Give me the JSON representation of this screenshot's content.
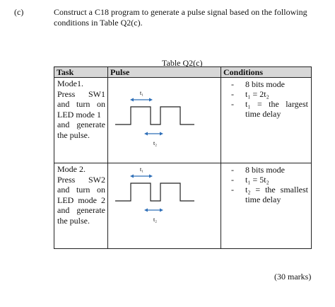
{
  "question": {
    "label": "(c)",
    "text": "Construct a C18 program to generate a pulse signal based on the following conditions in Table Q2(c)."
  },
  "table": {
    "caption": "Table Q2(c)",
    "headers": {
      "task": "Task",
      "pulse": "Pulse",
      "conditions": "Conditions"
    },
    "rows": [
      {
        "task_lines": [
          "Mode1.",
          "Press SW1",
          "and turn on",
          "LED mode 1",
          "and generate",
          "the pulse."
        ],
        "pulse_t1": "t₁",
        "pulse_t2": "t₂",
        "conditions": [
          "8 bits mode",
          "t₁ = 2t₂",
          "t₁ = the largest",
          "time delay"
        ]
      },
      {
        "task_lines": [
          "Mode 2.",
          "Press SW2",
          "and turn on",
          "LED mode 2",
          "and generate",
          "the pulse."
        ],
        "pulse_t1": "t₁",
        "pulse_t2": "t₂",
        "conditions": [
          "8 bits mode",
          "t₁ = 5t₂",
          "t₂ = the smallest",
          "time delay"
        ]
      }
    ]
  },
  "marks": "(30 marks)",
  "colors": {
    "arrow": "#2f6fb8",
    "header_bg": "#d7d7d7"
  }
}
